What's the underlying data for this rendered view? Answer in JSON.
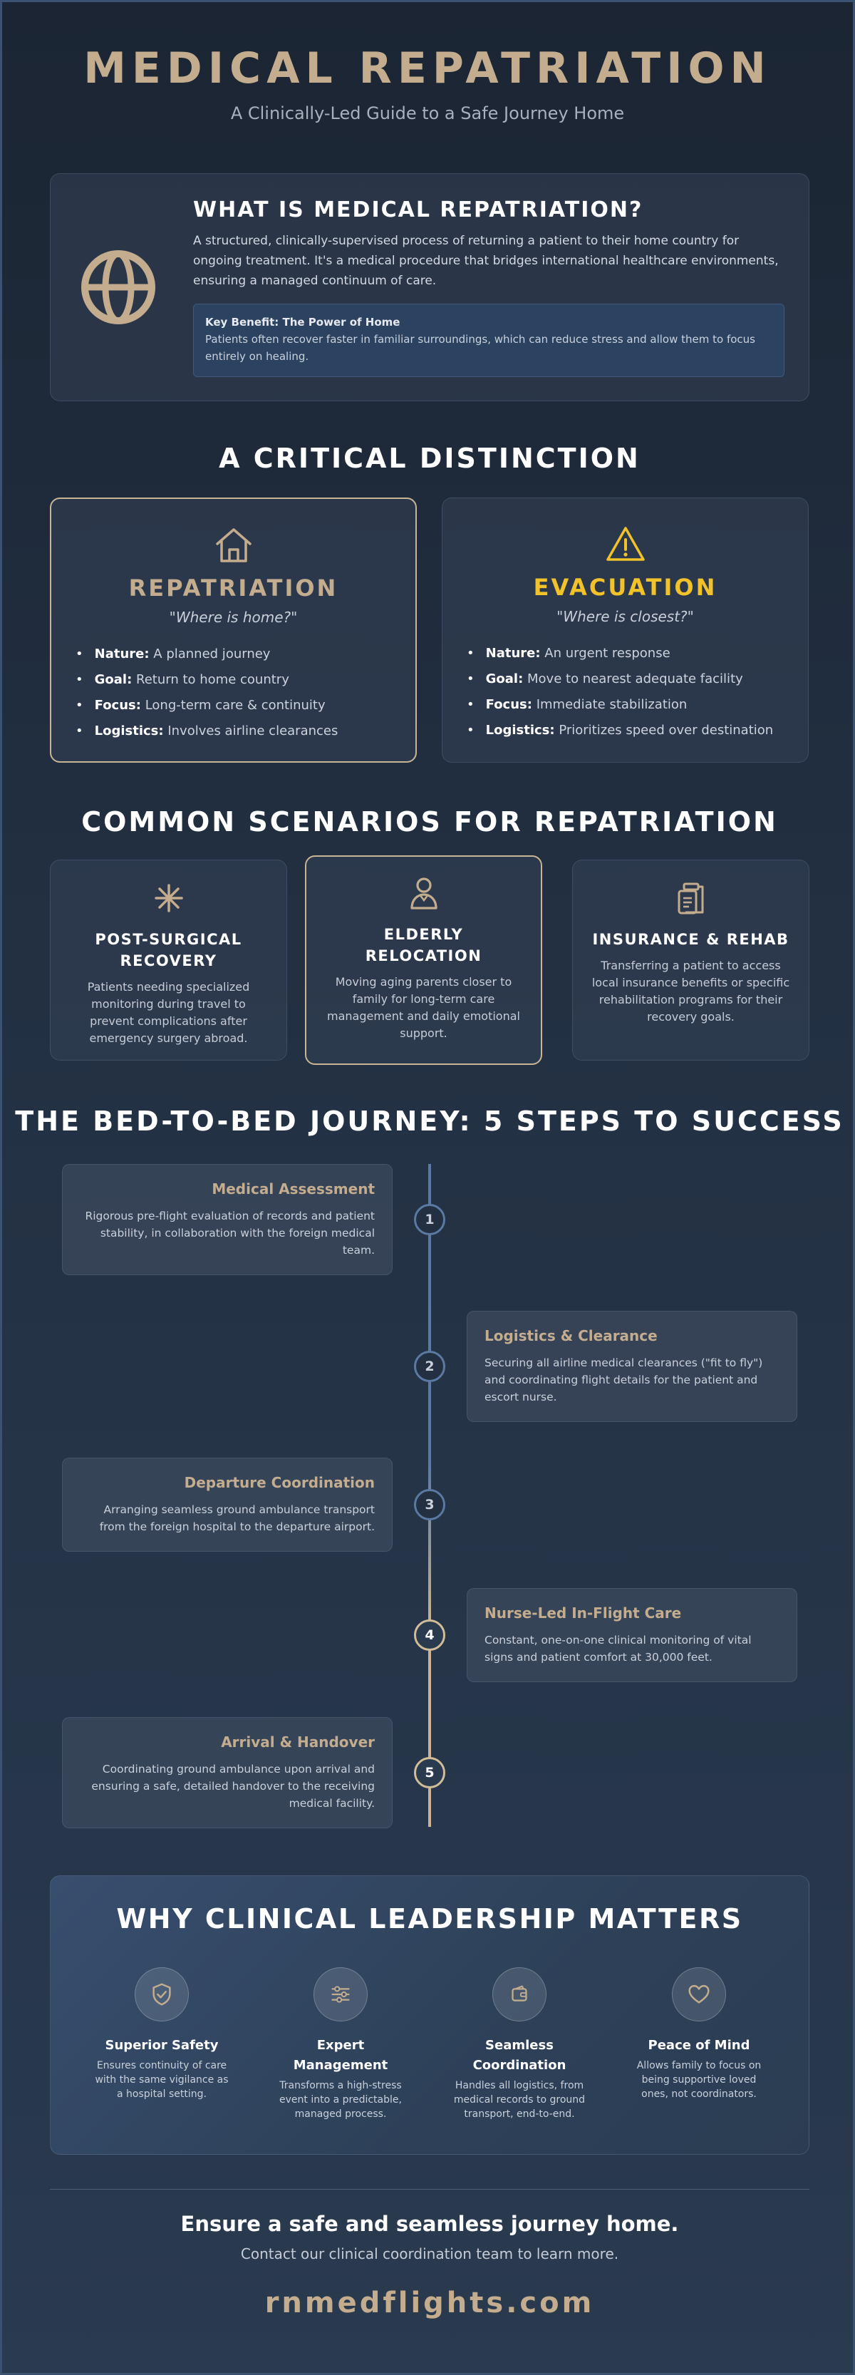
{
  "header": {
    "title": "MEDICAL REPATRIATION",
    "subtitle": "A Clinically-Led Guide to a Safe Journey Home"
  },
  "what": {
    "icon": "globe-icon",
    "heading": "WHAT IS MEDICAL REPATRIATION?",
    "text": "A structured, clinically-supervised process of returning a patient to their home country for ongoing treatment. It's a medical procedure that bridges international healthcare environments, ensuring a managed continuum of care.",
    "benefit_title": "Key Benefit: The Power of Home",
    "benefit_text": "Patients often recover faster in familiar surroundings, which can reduce stress and allow them to focus entirely on healing."
  },
  "distinction": {
    "heading": "A CRITICAL DISTINCTION",
    "repatriation": {
      "icon": "home-icon",
      "title": "REPATRIATION",
      "quote": "\"Where is home?\"",
      "items": [
        {
          "label": "Nature:",
          "value": "A planned journey"
        },
        {
          "label": "Goal:",
          "value": "Return to home country"
        },
        {
          "label": "Focus:",
          "value": "Long-term care & continuity"
        },
        {
          "label": "Logistics:",
          "value": "Involves airline clearances"
        }
      ]
    },
    "evacuation": {
      "icon": "warning-icon",
      "title": "EVACUATION",
      "quote": "\"Where is closest?\"",
      "items": [
        {
          "label": "Nature:",
          "value": "An urgent response"
        },
        {
          "label": "Goal:",
          "value": "Move to nearest adequate facility"
        },
        {
          "label": "Focus:",
          "value": "Immediate stabilization"
        },
        {
          "label": "Logistics:",
          "value": "Prioritizes speed over destination"
        }
      ]
    },
    "colors": {
      "accent_gold": "#c4ad8e",
      "warning_yellow": "#f2c22b"
    }
  },
  "scenarios": {
    "heading": "COMMON SCENARIOS FOR REPATRIATION",
    "items": [
      {
        "icon": "asterisk-icon",
        "title": "POST-SURGICAL RECOVERY",
        "text": "Patients needing specialized monitoring during travel to prevent complications after emergency surgery abroad."
      },
      {
        "icon": "elderly-person-icon",
        "title": "ELDERLY RELOCATION",
        "text": "Moving aging parents closer to family for long-term care management and daily emotional support."
      },
      {
        "icon": "clipboard-icon",
        "title": "INSURANCE & REHAB",
        "text": "Transferring a patient to access local insurance benefits or specific rehabilitation programs for their recovery goals."
      }
    ]
  },
  "journey": {
    "heading": "THE BED-TO-BED JOURNEY: 5 STEPS TO SUCCESS",
    "steps": [
      {
        "number": "1",
        "title": "Medical Assessment",
        "text": "Rigorous pre-flight evaluation of records and patient stability, in collaboration with the foreign medical team."
      },
      {
        "number": "2",
        "title": "Logistics & Clearance",
        "text": "Securing all airline medical clearances (\"fit to fly\") and coordinating flight details for the patient and escort nurse."
      },
      {
        "number": "3",
        "title": "Departure Coordination",
        "text": "Arranging seamless ground ambulance transport from the foreign hospital to the departure airport."
      },
      {
        "number": "4",
        "title": "Nurse-Led In-Flight Care",
        "text": "Constant, one-on-one clinical monitoring of vital signs and patient comfort at 30,000 feet."
      },
      {
        "number": "5",
        "title": "Arrival & Handover",
        "text": "Coordinating ground ambulance upon arrival and ensuring a safe, detailed handover to the receiving medical facility."
      }
    ]
  },
  "why": {
    "heading": "WHY CLINICAL LEADERSHIP MATTERS",
    "items": [
      {
        "icon": "shield-check-icon",
        "title": "Superior Safety",
        "text": "Ensures continuity of care with the same vigilance as a hospital setting."
      },
      {
        "icon": "sliders-icon",
        "title": "Expert Management",
        "text": "Transforms a high-stress event into a predictable, managed process."
      },
      {
        "icon": "wallet-icon",
        "title": "Seamless Coordination",
        "text": "Handles all logistics, from medical records to ground transport, end-to-end."
      },
      {
        "icon": "heart-icon",
        "title": "Peace of Mind",
        "text": "Allows family to focus on being supportive loved ones, not coordinators."
      }
    ]
  },
  "footer": {
    "tagline": "Ensure a safe and seamless journey home.",
    "cta": "Contact our clinical coordination team to learn more.",
    "url": "rnmedflights.com"
  }
}
